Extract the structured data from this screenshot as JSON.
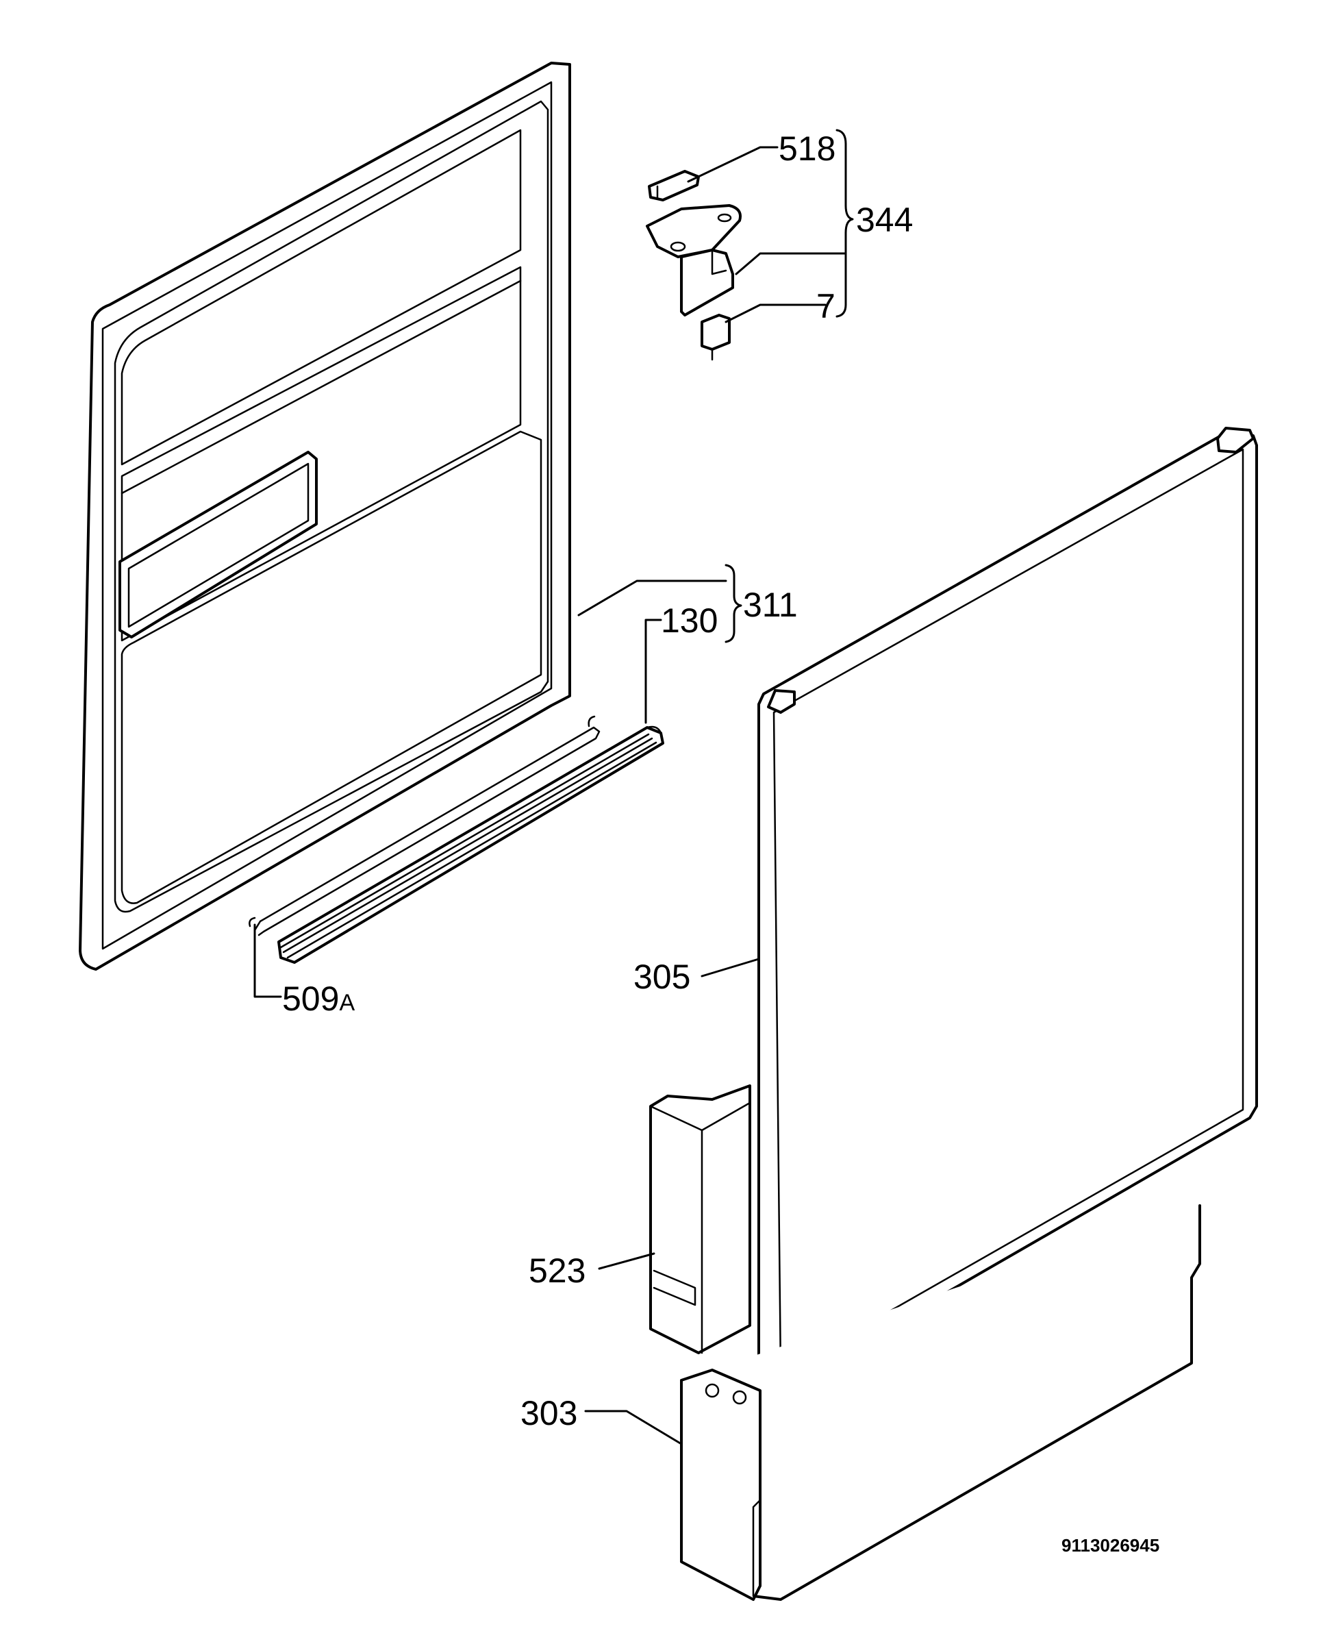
{
  "labels": {
    "p518": "518",
    "p344": "344",
    "p7": "7",
    "p311": "311",
    "p130": "130",
    "p509": "509",
    "p509_suffix": "A",
    "p305": "305",
    "p523": "523",
    "p303": "303"
  },
  "doc_number": "9113026945"
}
